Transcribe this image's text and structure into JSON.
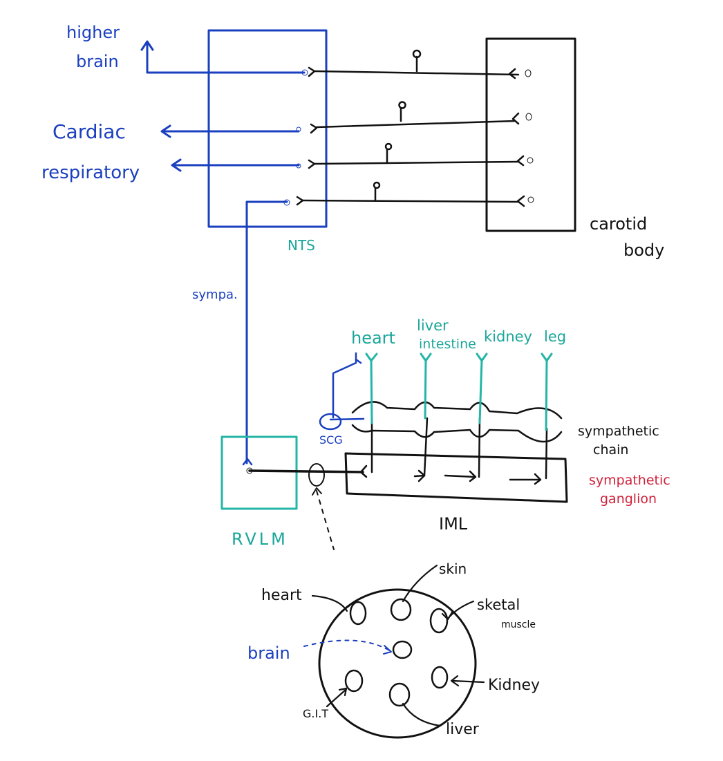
{
  "top": {
    "higher_brain": [
      "higher",
      "brain"
    ],
    "cardiac": "Cardiac",
    "respiratory": "respiratory",
    "nts": "NTS",
    "carotid_body": [
      "carotid",
      "body"
    ],
    "sympa": "sympa."
  },
  "middle": {
    "targets": [
      "heart",
      "liver",
      "intestine",
      "kidney",
      "leg"
    ],
    "scg": "SCG",
    "sympathetic_chain": [
      "sympathetic",
      "chain"
    ],
    "sympathetic_ganglion": [
      "sympathetic",
      "ganglion"
    ],
    "iml": "IML",
    "rvlm": "RVLM"
  },
  "bottom": {
    "labels": {
      "heart": "heart",
      "skin": "skin",
      "skeletal": "sketal",
      "muscle": "muscle",
      "brain": "brain",
      "kidney": "Kidney",
      "git": "G.I.T",
      "liver": "liver"
    }
  },
  "colors": {
    "blue": "#1a3fbf",
    "teal": "#1aa69a",
    "black": "#111111",
    "red": "#d0203a"
  }
}
